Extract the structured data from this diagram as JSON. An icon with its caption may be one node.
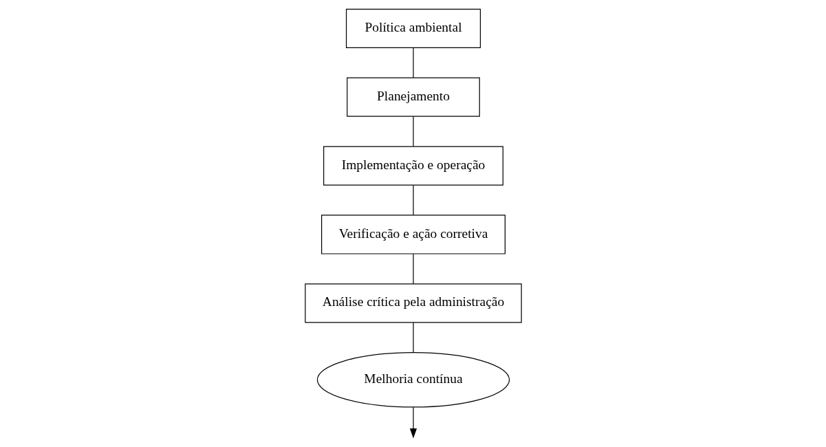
{
  "diagram": {
    "nodes": [
      {
        "text": [
          "Melhoria contínua"
        ]
      },
      {
        "text": [
          "Análise crítica pela administração"
        ]
      },
      {
        "text": [
          "Política ambiental"
        ]
      },
      {
        "text": [
          "Planejamento"
        ]
      },
      {
        "text": [
          "Implementação e operação"
        ]
      },
      {
        "text": [
          "Verificação e ação corretiva"
        ]
      }
    ],
    "edges": [
      {
        "from": 2,
        "to": 3,
        "arrow": "none"
      },
      {
        "from": 3,
        "to": 4,
        "arrow": "none"
      },
      {
        "from": 4,
        "to": 5,
        "arrow": "none"
      },
      {
        "from": 5,
        "to": 1,
        "arrow": "none"
      },
      {
        "from": 1,
        "to": 0,
        "arrow": "none"
      },
      {
        "from": 0,
        "to": null,
        "arrow": "to"
      }
    ]
  }
}
